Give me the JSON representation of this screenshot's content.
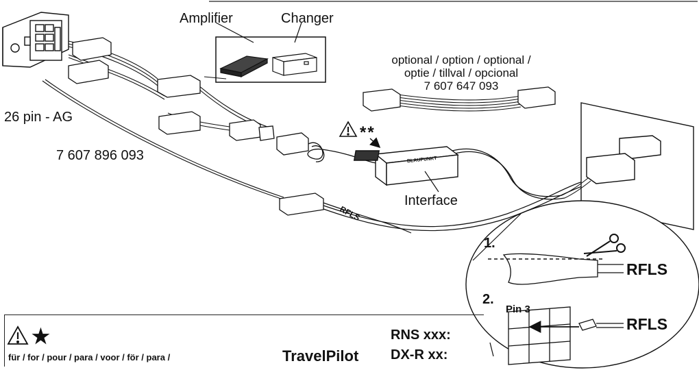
{
  "labels": {
    "amplifier": "Amplifier",
    "changer": "Changer",
    "connector_26pin": "26 pin - AG",
    "cable_part_number": "7 607 896 093",
    "optional_line1": "optional / option / optional /",
    "optional_line2": "optie / tillval / opcional",
    "optional_part_number": "7 607 647 093",
    "interface": "Interface",
    "double_asterisk": "**",
    "rfls_cable": "RFLS",
    "step1_number": "1.",
    "step1_rfls": "RFLS",
    "step2_number": "2.",
    "pin3": "Pin 3",
    "step2_rfls": "RFLS",
    "interface_brand": "BLAUPUNKT"
  },
  "legend": {
    "asterisk": "★",
    "languages": "für / for / pour / para / voor / för / para /",
    "product": "TravelPilot",
    "model1": "RNS xxx:",
    "model2": "DX-R xx:"
  },
  "icons": [
    "warning-triangle-icon",
    "asterisk-icon",
    "scissors-icon",
    "arrow-icon"
  ]
}
